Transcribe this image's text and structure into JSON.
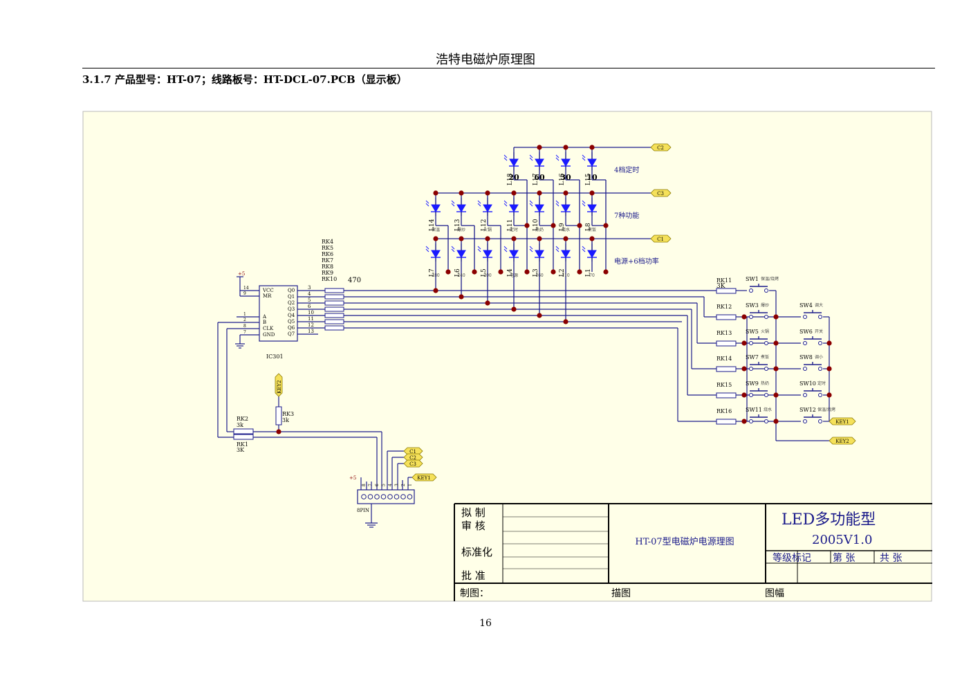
{
  "header": {
    "title": "浩特电磁炉原理图"
  },
  "section": {
    "heading": "3.1.7   产品型号：HT-07；线路板号：HT-DCL-07.PCB（显示板）"
  },
  "page_number": "16",
  "colors": {
    "sheet_bg": "#ffffe8",
    "wire": "#1a1a8a",
    "junction": "#8b0000",
    "led": "#1a1aff",
    "port_fill": "#f5e15a"
  },
  "ports": {
    "c1": "C1",
    "c2": "C2",
    "c3": "C3",
    "key1": "KEY1",
    "key2": "KEY2"
  },
  "led_groups": {
    "timer_label": "4档定时",
    "function_label": "7种功能",
    "power_label": "电源+6档功率"
  },
  "leds_top": [
    {
      "ref": "L18",
      "value": "20"
    },
    {
      "ref": "L17",
      "value": "60"
    },
    {
      "ref": "L16",
      "value": "30"
    },
    {
      "ref": "L15",
      "value": "10"
    }
  ],
  "leds_mid": [
    {
      "ref": "L14",
      "name": "保温"
    },
    {
      "ref": "L13",
      "name": "爆炒"
    },
    {
      "ref": "L12",
      "name": "火锅"
    },
    {
      "ref": "L11",
      "name": "定时"
    },
    {
      "ref": "L10",
      "name": "热奶"
    },
    {
      "ref": "L9",
      "name": "烧水"
    },
    {
      "ref": "L8",
      "name": "煮饭"
    }
  ],
  "leds_bot": [
    {
      "ref": "L7",
      "name": "280"
    },
    {
      "ref": "L6",
      "name": "240"
    },
    {
      "ref": "L5",
      "name": "200"
    },
    {
      "ref": "L4",
      "name": "电源"
    },
    {
      "ref": "L3",
      "name": "160"
    },
    {
      "ref": "L2",
      "name": "110"
    },
    {
      "ref": "L1",
      "name": "70"
    }
  ],
  "resistor_array": {
    "refs": [
      "RK4",
      "RK5",
      "RK6",
      "RK7",
      "RK8",
      "RK9",
      "RK10"
    ],
    "value": "470"
  },
  "ic": {
    "ref": "IC301",
    "left_pins": [
      {
        "num": "14",
        "name": "VCC"
      },
      {
        "num": "9",
        "name": "MR"
      },
      {
        "num": "1",
        "name": "A"
      },
      {
        "num": "2",
        "name": "B"
      },
      {
        "num": "8",
        "name": "CLK"
      },
      {
        "num": "7",
        "name": "GND"
      }
    ],
    "right_pins": [
      {
        "num": "3",
        "name": "Q0"
      },
      {
        "num": "4",
        "name": "Q1"
      },
      {
        "num": "5",
        "name": "Q2"
      },
      {
        "num": "6",
        "name": "Q3"
      },
      {
        "num": "10",
        "name": "Q4"
      },
      {
        "num": "11",
        "name": "Q5"
      },
      {
        "num": "12",
        "name": "Q6"
      },
      {
        "num": "13",
        "name": "Q7"
      }
    ],
    "supply": "+5"
  },
  "resistors": {
    "rk11": {
      "ref": "RK11",
      "value": "3K"
    },
    "rk12": {
      "ref": "RK12"
    },
    "rk13": {
      "ref": "RK13"
    },
    "rk14": {
      "ref": "RK14"
    },
    "rk15": {
      "ref": "RK15"
    },
    "rk16": {
      "ref": "RK16"
    },
    "rk1": {
      "ref": "RK1",
      "value": "3K"
    },
    "rk2": {
      "ref": "RK2",
      "value": "3k"
    },
    "rk3": {
      "ref": "RK3",
      "value": "3k"
    }
  },
  "switches": [
    {
      "ref": "SW1",
      "name": "保温/烧烤"
    },
    {
      "ref": "SW3",
      "name": "爆炒"
    },
    {
      "ref": "SW4",
      "name": "调大"
    },
    {
      "ref": "SW5",
      "name": "火锅"
    },
    {
      "ref": "SW6",
      "name": "开关"
    },
    {
      "ref": "SW7",
      "name": "煮饭"
    },
    {
      "ref": "SW8",
      "name": "调小"
    },
    {
      "ref": "SW9",
      "name": "热奶"
    },
    {
      "ref": "SW10",
      "name": "定时"
    },
    {
      "ref": "SW11",
      "name": "烧水"
    },
    {
      "ref": "SW12",
      "name": "保温/烧烤"
    }
  ],
  "connector": {
    "ref": "8PIN",
    "supply": "+5",
    "pins": [
      "8",
      "7",
      "6",
      "5",
      "4",
      "3",
      "2",
      "1"
    ]
  },
  "key2_net": "KEY2",
  "title_block": {
    "draft": "拟  制",
    "review": "审  核",
    "standard": "标准化",
    "approve": "批  准",
    "drawing_title": "HT-07型电磁炉电源理图",
    "product": "LED多功能型",
    "version": "2005V1.0",
    "grade": "等级标记",
    "sheet": "第  张",
    "total": "共  张",
    "drawn_by": "制图：",
    "traced_by": "描图",
    "format": "图幅"
  }
}
